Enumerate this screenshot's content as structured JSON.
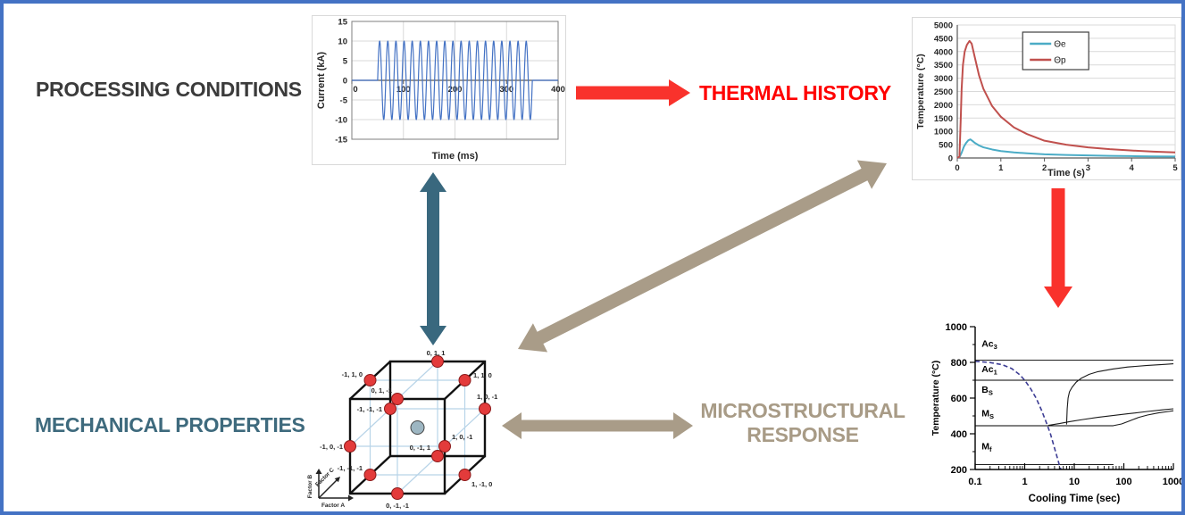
{
  "labels": {
    "processing": {
      "text": "PROCESSING CONDITIONS",
      "color": "#3b3b3b"
    },
    "thermal": {
      "text": "THERMAL HISTORY",
      "color": "#ff0000"
    },
    "mechanical": {
      "text": "MECHANICAL PROPERTIES",
      "color": "#3e6a7d"
    },
    "microstructural": {
      "text": "MICROSTRUCTURAL RESPONSE",
      "color": "#a89b86"
    }
  },
  "arrows": [
    {
      "name": "processing-to-thermal",
      "color": "#f9322c",
      "heads": "end"
    },
    {
      "name": "thermal-to-microstructure",
      "color": "#f9322c",
      "heads": "end"
    },
    {
      "name": "processing-mechanical",
      "color": "#39687e",
      "heads": "both"
    },
    {
      "name": "mechanical-thermal-diagonal",
      "color": "#a99c88",
      "heads": "both"
    },
    {
      "name": "mechanical-microstructural",
      "color": "#a99c88",
      "heads": "both"
    }
  ],
  "chart_data": [
    {
      "id": "current",
      "type": "line",
      "title": "",
      "xlabel": "Time (ms)",
      "ylabel": "Current (kA)",
      "xlim": [
        0,
        400
      ],
      "ylim": [
        -15,
        15
      ],
      "xticks": [
        0,
        100,
        200,
        300,
        400
      ],
      "yticks": [
        15,
        10,
        5,
        0,
        -5,
        -10,
        -15
      ],
      "grid": true,
      "color": "#4472C4",
      "signal": {
        "type": "sine_burst",
        "t_start": 50,
        "t_end": 350,
        "amplitude": 10,
        "cycles": 19
      }
    },
    {
      "id": "temperature",
      "type": "line",
      "title": "",
      "xlabel": "Time (s)",
      "ylabel": "Temperature (°C)",
      "xlim": [
        0,
        5
      ],
      "ylim": [
        0,
        5000
      ],
      "xticks": [
        0,
        1,
        2,
        3,
        4,
        5
      ],
      "yticks": [
        0,
        500,
        1000,
        1500,
        2000,
        2500,
        3000,
        3500,
        4000,
        4500,
        5000
      ],
      "grid": true,
      "legend": {
        "position": "top-center",
        "entries": [
          "Θe",
          "Θp"
        ]
      },
      "series": [
        {
          "name": "Θe",
          "color": "#4BACC6",
          "points": [
            [
              0,
              0
            ],
            [
              0.05,
              30
            ],
            [
              0.1,
              200
            ],
            [
              0.15,
              420
            ],
            [
              0.2,
              560
            ],
            [
              0.25,
              660
            ],
            [
              0.3,
              700
            ],
            [
              0.35,
              640
            ],
            [
              0.4,
              570
            ],
            [
              0.5,
              470
            ],
            [
              0.6,
              400
            ],
            [
              0.8,
              320
            ],
            [
              1.0,
              260
            ],
            [
              1.3,
              210
            ],
            [
              1.6,
              175
            ],
            [
              2.0,
              140
            ],
            [
              2.5,
              115
            ],
            [
              3.0,
              95
            ],
            [
              3.5,
              80
            ],
            [
              4.0,
              70
            ],
            [
              4.5,
              60
            ],
            [
              5.0,
              55
            ]
          ]
        },
        {
          "name": "Θp",
          "color": "#C0504D",
          "points": [
            [
              0,
              0
            ],
            [
              0.05,
              50
            ],
            [
              0.08,
              1500
            ],
            [
              0.1,
              2600
            ],
            [
              0.13,
              3500
            ],
            [
              0.17,
              4000
            ],
            [
              0.22,
              4250
            ],
            [
              0.28,
              4400
            ],
            [
              0.33,
              4300
            ],
            [
              0.4,
              3800
            ],
            [
              0.5,
              3100
            ],
            [
              0.6,
              2600
            ],
            [
              0.8,
              1950
            ],
            [
              1.0,
              1550
            ],
            [
              1.3,
              1150
            ],
            [
              1.6,
              900
            ],
            [
              2.0,
              650
            ],
            [
              2.5,
              500
            ],
            [
              3.0,
              400
            ],
            [
              3.5,
              330
            ],
            [
              4.0,
              280
            ],
            [
              4.5,
              240
            ],
            [
              5.0,
              210
            ]
          ]
        }
      ]
    },
    {
      "id": "cct",
      "type": "line",
      "title": "",
      "xlabel": "Cooling Time (sec)",
      "ylabel": "Temperature (°C)",
      "xscale": "log",
      "xlim": [
        0.1,
        1000
      ],
      "ylim": [
        200,
        1000
      ],
      "xticks": [
        0.1,
        1,
        10,
        100,
        1000
      ],
      "yticks": [
        200,
        400,
        600,
        800,
        1000
      ],
      "grid": false,
      "phase_labels": [
        {
          "base": "Ac",
          "sub": "3",
          "temp": 905
        },
        {
          "base": "Ac",
          "sub": "1",
          "temp": 763
        },
        {
          "base": "B",
          "sub": "S",
          "temp": 648
        },
        {
          "base": "M",
          "sub": "S",
          "temp": 515
        },
        {
          "base": "M",
          "sub": "f",
          "temp": 330
        }
      ],
      "hlines": [
        {
          "y": 812,
          "x1": 0.1,
          "x2": 1000
        },
        {
          "y": 700,
          "x1": 0.1,
          "x2": 1000
        },
        {
          "y": 445,
          "x1": 0.1,
          "x2": 62
        },
        {
          "y": 228,
          "x1": 0.1,
          "x2": 62
        }
      ],
      "curves": [
        {
          "name": "transformation-upper",
          "color": "#1a1a1a",
          "points": [
            [
              7,
              452
            ],
            [
              7.2,
              540
            ],
            [
              7.5,
              600
            ],
            [
              8,
              635
            ],
            [
              9,
              660
            ],
            [
              11,
              690
            ],
            [
              14,
              712
            ],
            [
              20,
              733
            ],
            [
              30,
              748
            ],
            [
              60,
              763
            ],
            [
              120,
              774
            ],
            [
              300,
              783
            ],
            [
              700,
              789
            ],
            [
              1000,
              792
            ]
          ]
        },
        {
          "name": "transformation-mid",
          "color": "#1a1a1a",
          "points": [
            [
              3,
              447
            ],
            [
              5,
              457
            ],
            [
              8,
              468
            ],
            [
              15,
              480
            ],
            [
              30,
              492
            ],
            [
              60,
              502
            ],
            [
              120,
              512
            ],
            [
              300,
              525
            ],
            [
              600,
              534
            ],
            [
              1000,
              540
            ]
          ]
        },
        {
          "name": "transformation-lower",
          "color": "#1a1a1a",
          "points": [
            [
              60,
              445
            ],
            [
              90,
              455
            ],
            [
              130,
              472
            ],
            [
              200,
              492
            ],
            [
              300,
              505
            ],
            [
              500,
              517
            ],
            [
              800,
              525
            ],
            [
              1000,
              529
            ]
          ]
        }
      ],
      "cooling_curve": {
        "color": "#3d3d94",
        "dashed": true,
        "points": [
          [
            0.1,
            806
          ],
          [
            0.2,
            799
          ],
          [
            0.35,
            787
          ],
          [
            0.55,
            765
          ],
          [
            0.8,
            730
          ],
          [
            1.0,
            700
          ],
          [
            1.3,
            655
          ],
          [
            1.7,
            600
          ],
          [
            2.2,
            530
          ],
          [
            2.8,
            455
          ],
          [
            3.3,
            400
          ],
          [
            3.9,
            330
          ],
          [
            4.5,
            270
          ],
          [
            5.0,
            225
          ],
          [
            5.4,
            200
          ]
        ]
      }
    }
  ],
  "doe_cube": {
    "point_labels": [
      "0, 1, 1",
      "-1, 1, 0",
      "1, 1, 0",
      "0, 1, -1",
      "1, 0, -1",
      "-1, -1, -1",
      "-1, 0, -1",
      "1, 0, -1",
      "0, -1, 1",
      "-1, -1, -1",
      "1, -1, 0",
      "0, -1, -1"
    ],
    "axis_labels": [
      "Factor A",
      "Factor B",
      "Factor C"
    ],
    "point_color": "#e33b3b",
    "point_stroke": "#8b1a1a",
    "center_color": "#9db6c2",
    "edge_color": "#111111",
    "grid_color": "#b8d4e8"
  }
}
